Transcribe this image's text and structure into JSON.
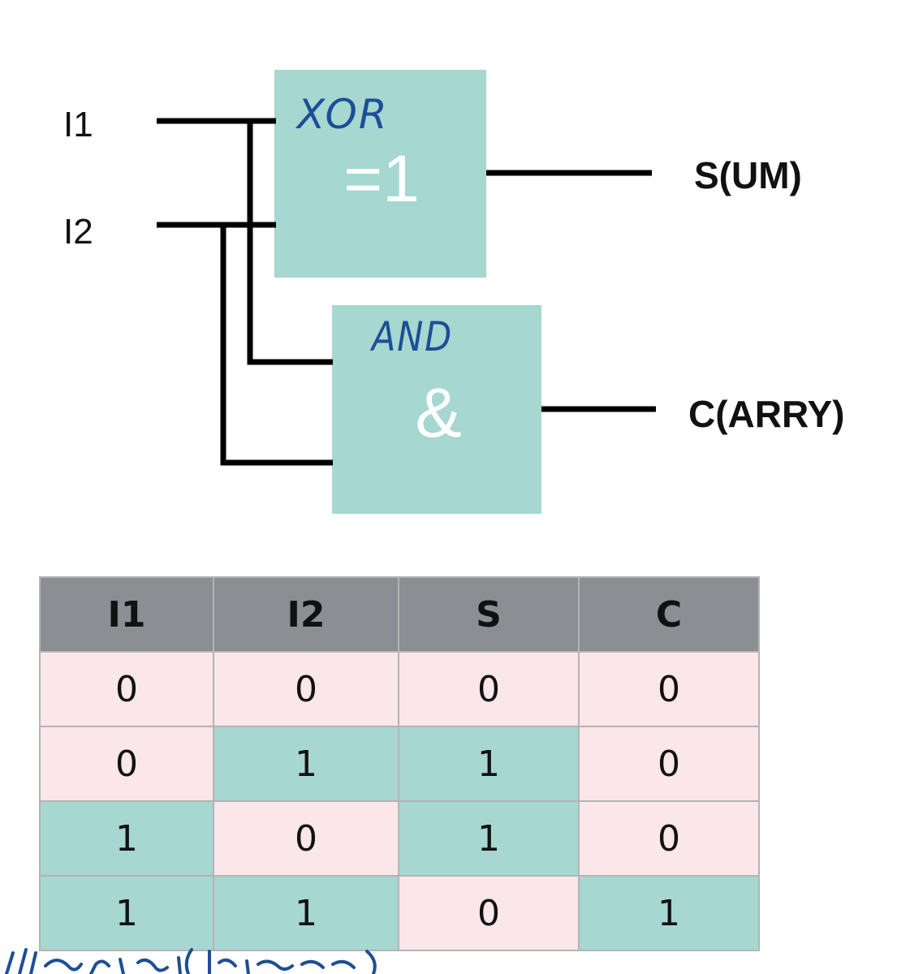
{
  "inputs": [
    "I1",
    "I2"
  ],
  "outputs": [
    "S(UM)",
    "C(ARRY)"
  ],
  "gates": [
    {
      "name": "XOR",
      "symbol": "=1"
    },
    {
      "name": "AND",
      "symbol": "&"
    }
  ],
  "table": {
    "headers": [
      "I1",
      "I2",
      "S",
      "C"
    ],
    "rows": [
      [
        "0",
        "0",
        "0",
        "0"
      ],
      [
        "0",
        "1",
        "1",
        "0"
      ],
      [
        "1",
        "0",
        "1",
        "0"
      ],
      [
        "1",
        "1",
        "0",
        "1"
      ]
    ]
  },
  "colors": {
    "gate_fill": "#a6d7d1",
    "header_fill": "#8b8e92",
    "zero_fill": "#fbe6ea",
    "one_fill": "#a6d7d1",
    "handwriting": "#1d4e96"
  }
}
